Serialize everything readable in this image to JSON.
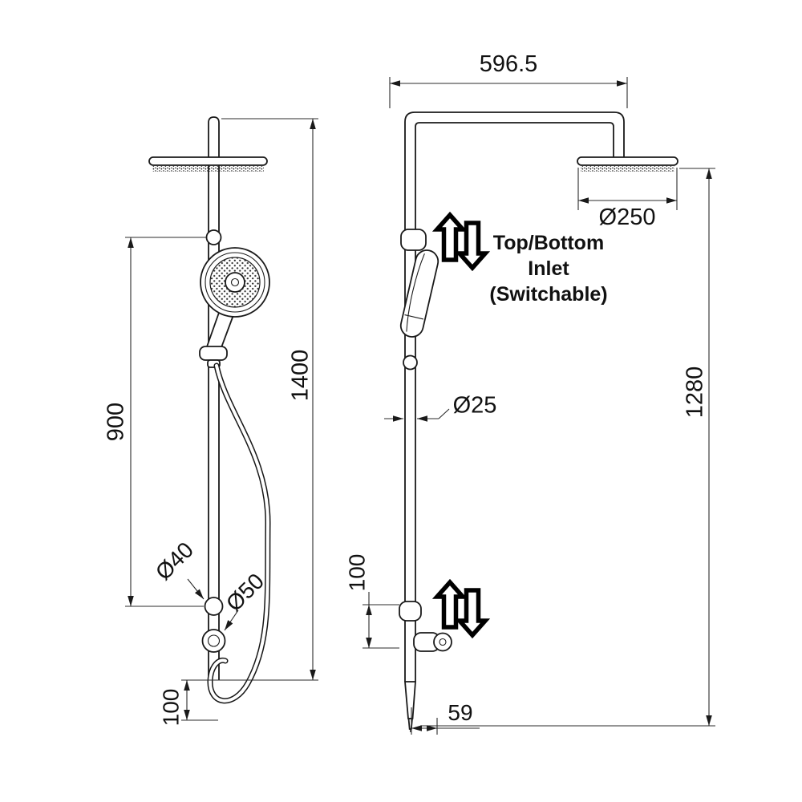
{
  "front_view": {
    "rail_height": "900",
    "total_height": "1400",
    "bottom_offset": "100",
    "elbow_diameter": "Ø40",
    "outlet_diameter": "Ø50"
  },
  "side_view": {
    "arm_reach": "596.5",
    "head_diameter": "Ø250",
    "pipe_diameter": "Ø25",
    "column_height": "1280",
    "bracket_offset": "100",
    "outlet_offset": "59",
    "inlet_note_line1": "Top/Bottom",
    "inlet_note_line2": "Inlet",
    "inlet_note_line3": "(Switchable)"
  }
}
